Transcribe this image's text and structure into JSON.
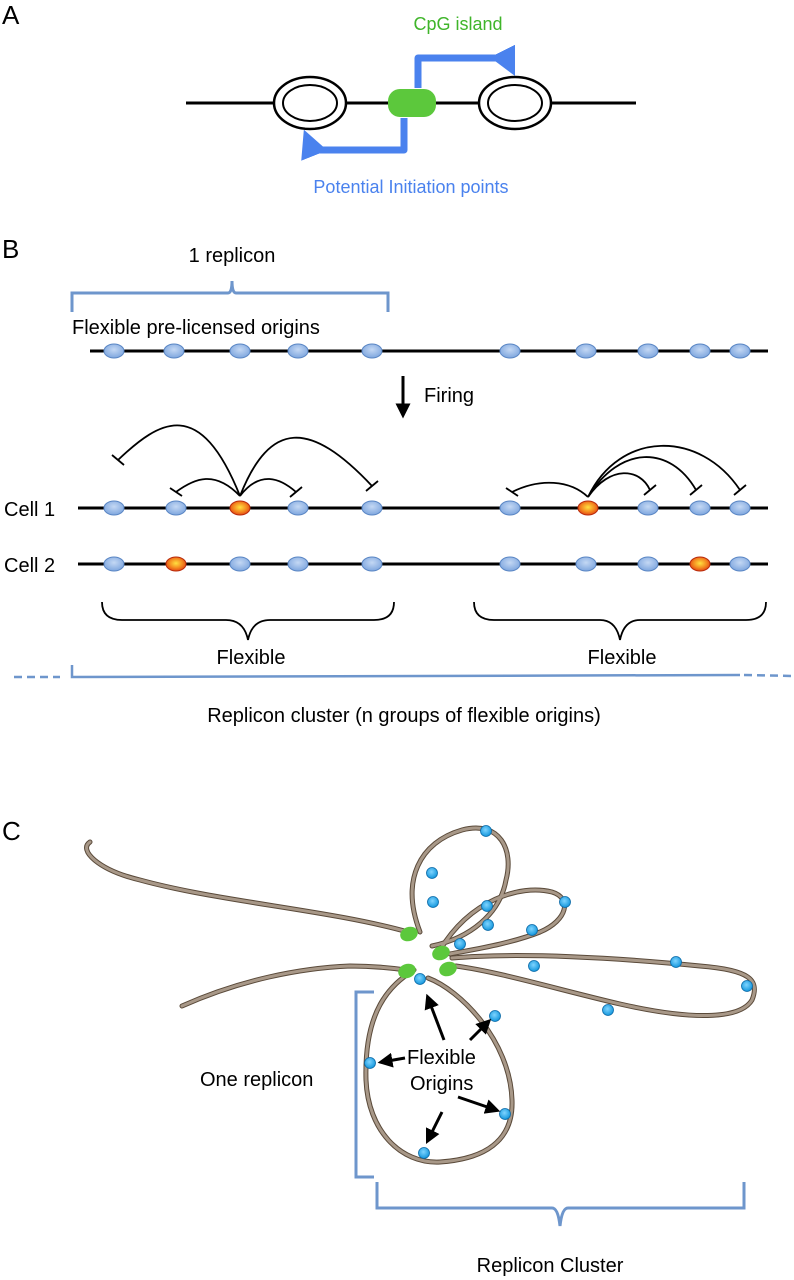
{
  "panels": {
    "a": "A",
    "b": "B",
    "c": "C"
  },
  "panel_a": {
    "cpg_label": "CpG island",
    "initiation_label": "Potential Initiation points"
  },
  "panel_b": {
    "replicon_label": "1 replicon",
    "origins_label": "Flexible pre-licensed origins",
    "firing_label": "Firing",
    "cell1_label": "Cell  1",
    "cell2_label": "Cell  2",
    "flexible_left": "Flexible",
    "flexible_right": "Flexible",
    "cluster_label": "Replicon cluster (n groups of flexible origins)"
  },
  "panel_c": {
    "one_replicon": "One replicon",
    "flexible_word": "Flexible",
    "origins_word": "Origins",
    "cluster_label": "Replicon  Cluster"
  },
  "colors": {
    "cpg_green": "#5cc83c",
    "arrow_blue": "#4a82ee",
    "origin_blue": "#8fb4e8",
    "fired_orange": "#e8501a",
    "bracket_blue": "#6e96cc",
    "chromatin_brown": "#a89888",
    "dot_cyan": "#1aa6e6"
  }
}
